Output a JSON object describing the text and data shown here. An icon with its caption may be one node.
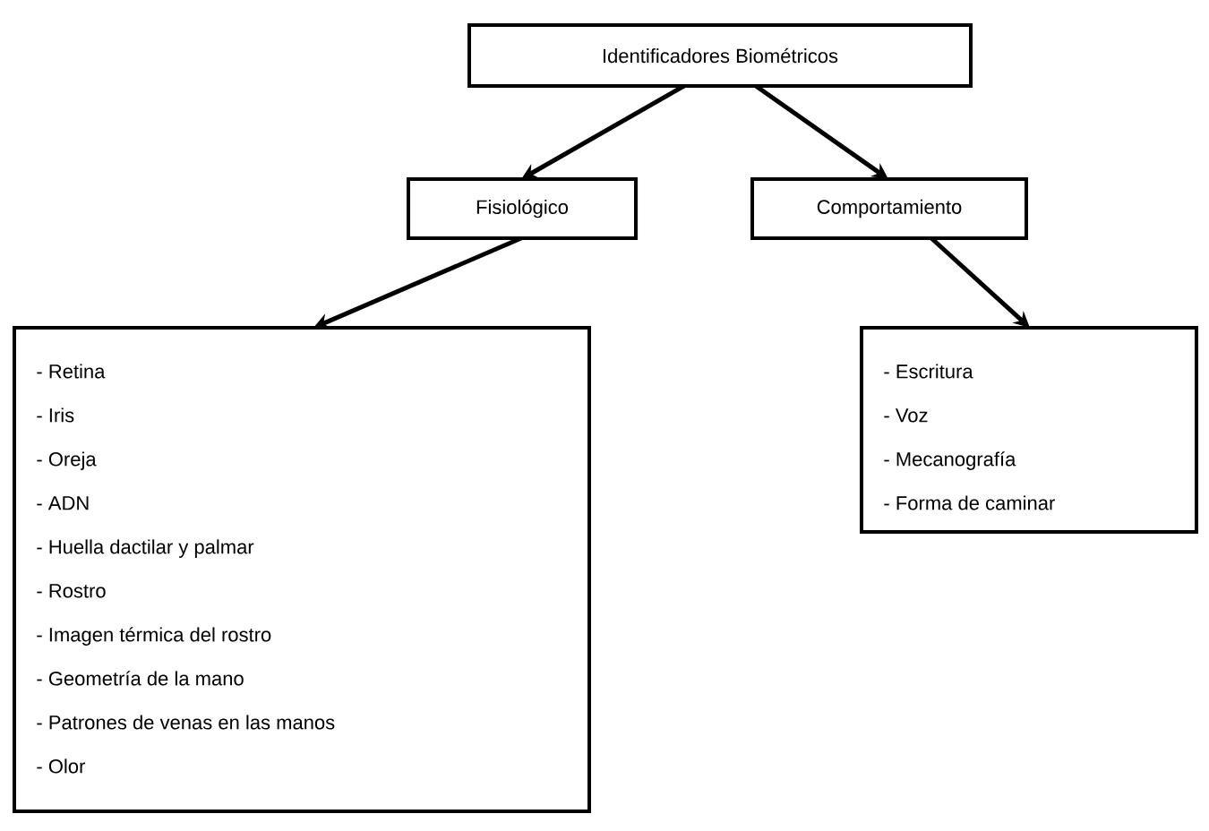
{
  "diagram": {
    "nodes": [
      {
        "text": [
          "Identificadores Biométricos"
        ]
      },
      {
        "text": [
          "Fisiológico"
        ]
      },
      {
        "text": [
          "Comportamiento"
        ]
      },
      {
        "text": [
          "- Retina",
          "- Iris",
          "- Oreja",
          "- ADN",
          "- Huella dactilar y palmar",
          "- Rostro",
          "- Imagen térmica del rostro",
          "- Geometría de la mano",
          "- Patrones de venas en las manos",
          "- Olor"
        ]
      },
      {
        "text": [
          "- Escritura",
          "- Voz",
          "- Mecanografía",
          "- Forma de caminar"
        ]
      }
    ],
    "edges": [
      {
        "from": 0,
        "to": 1,
        "arrow": "to"
      },
      {
        "from": 0,
        "to": 2,
        "arrow": "to"
      },
      {
        "from": 1,
        "to": 3,
        "arrow": "to"
      },
      {
        "from": 2,
        "to": 4,
        "arrow": "to"
      }
    ]
  }
}
